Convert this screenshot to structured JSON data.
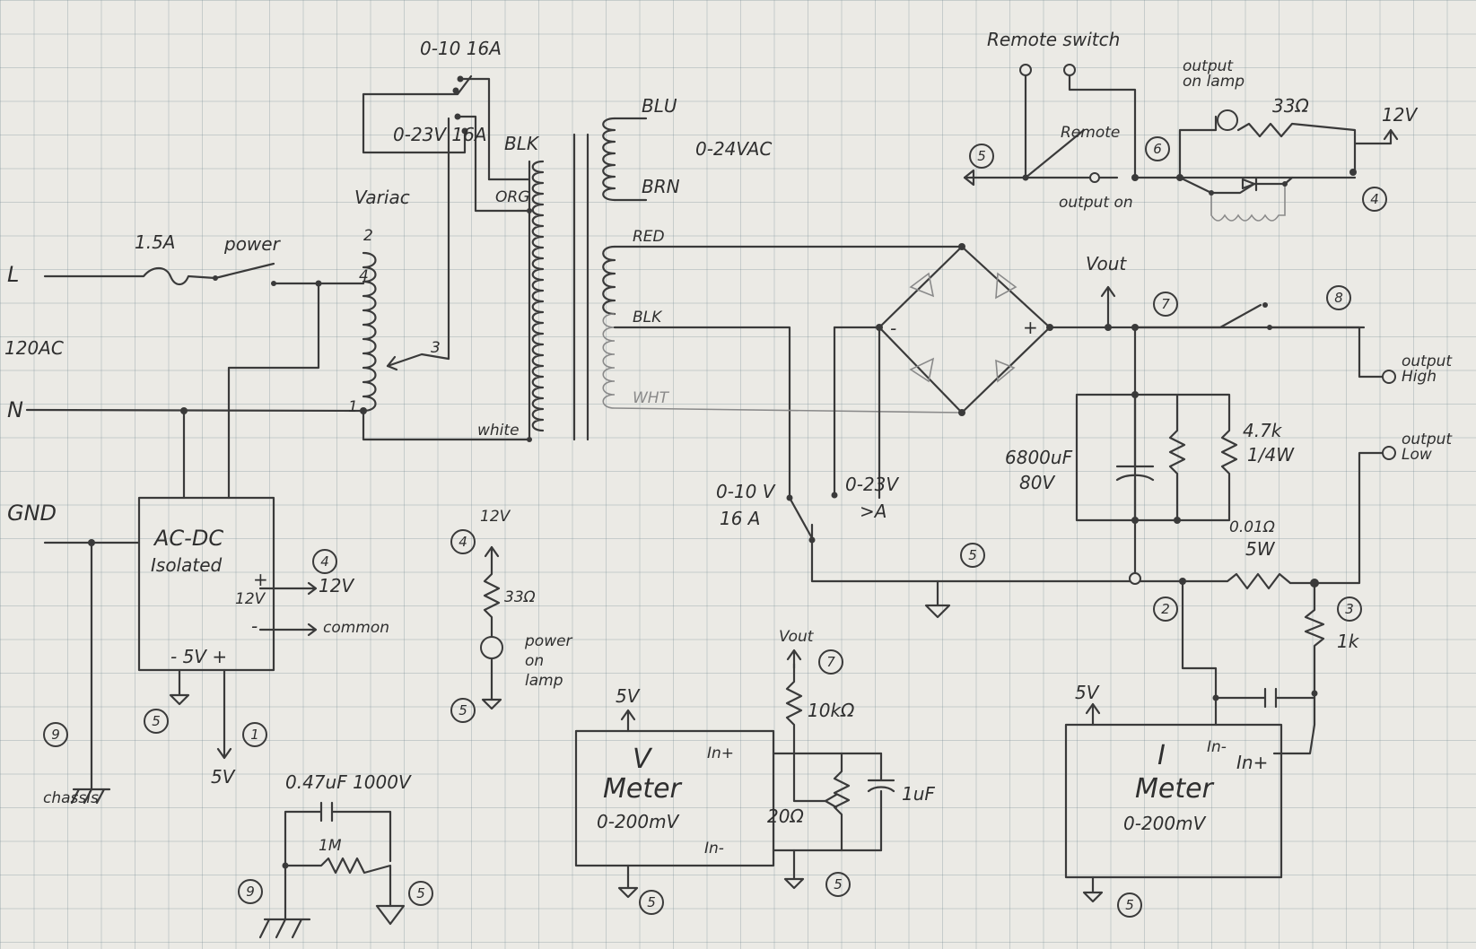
{
  "supply": {
    "line": "L",
    "neutral": "N",
    "mains": "120AC",
    "ground": "GND",
    "fuse": "1.5A",
    "power_switch": "power"
  },
  "variac": {
    "name": "Variac",
    "tap2": "2",
    "tap4": "4",
    "tap3": "3",
    "tap1": "1",
    "range_switch_a": "0-10 16A",
    "range_switch_b": "0-23V 16A"
  },
  "transformer": {
    "blk_top": "BLK",
    "org": "ORG",
    "white": "white",
    "blu": "BLU",
    "brn": "BRN",
    "rating": "0-24VAC",
    "red": "RED",
    "blk": "BLK",
    "wht": "WHT"
  },
  "range_select": {
    "low": "0-10 V",
    "low_amp": "16 A",
    "high": "0-23V",
    "high_amp": ">A"
  },
  "bridge": {
    "minus": "-",
    "plus": "+"
  },
  "output_stage": {
    "vout": "Vout",
    "cap": "6800uF",
    "cap_v": "80V",
    "resistor": "4.7k",
    "resistor_w": "1/4W",
    "out_high": "output High",
    "out_low": "output Low",
    "shunt": "0.01Ω",
    "shunt_w": "5W",
    "r1k": "1k"
  },
  "remote": {
    "title": "Remote switch",
    "remote_label": "Remote",
    "output_on": "output on",
    "lamp": "output on lamp",
    "r33": "33Ω",
    "v12": "12V"
  },
  "psu": {
    "name": "AC-DC",
    "isolated": "Isolated",
    "plus": "+",
    "v12": "12V",
    "minus": "-",
    "out_12v": "12V",
    "common": "common",
    "bottom": "- 5V +",
    "out_5v": "5V",
    "chassis": "chassis"
  },
  "lamp_circuit": {
    "v12": "12V",
    "r33": "33Ω",
    "lamp": "power on lamp"
  },
  "snubber": {
    "cap": "0.47uF 1000V",
    "res": "1M"
  },
  "vmeter": {
    "v5": "5V",
    "name_v": "V",
    "name": "Meter",
    "range": "0-200mV",
    "in_plus": "In+",
    "in_minus": "In-",
    "vout": "Vout",
    "r10k": "10kΩ",
    "pot": "20Ω",
    "cap": "1uF"
  },
  "imeter": {
    "v5": "5V",
    "name_i": "I",
    "name": "Meter",
    "range": "0-200mV",
    "in_minus": "In-",
    "in_plus": "In+"
  },
  "nodes": {
    "n1": "1",
    "n2": "2",
    "n3": "3",
    "n4": "4",
    "n5": "5",
    "n6": "6",
    "n7": "7",
    "n8": "8",
    "n9": "9"
  }
}
